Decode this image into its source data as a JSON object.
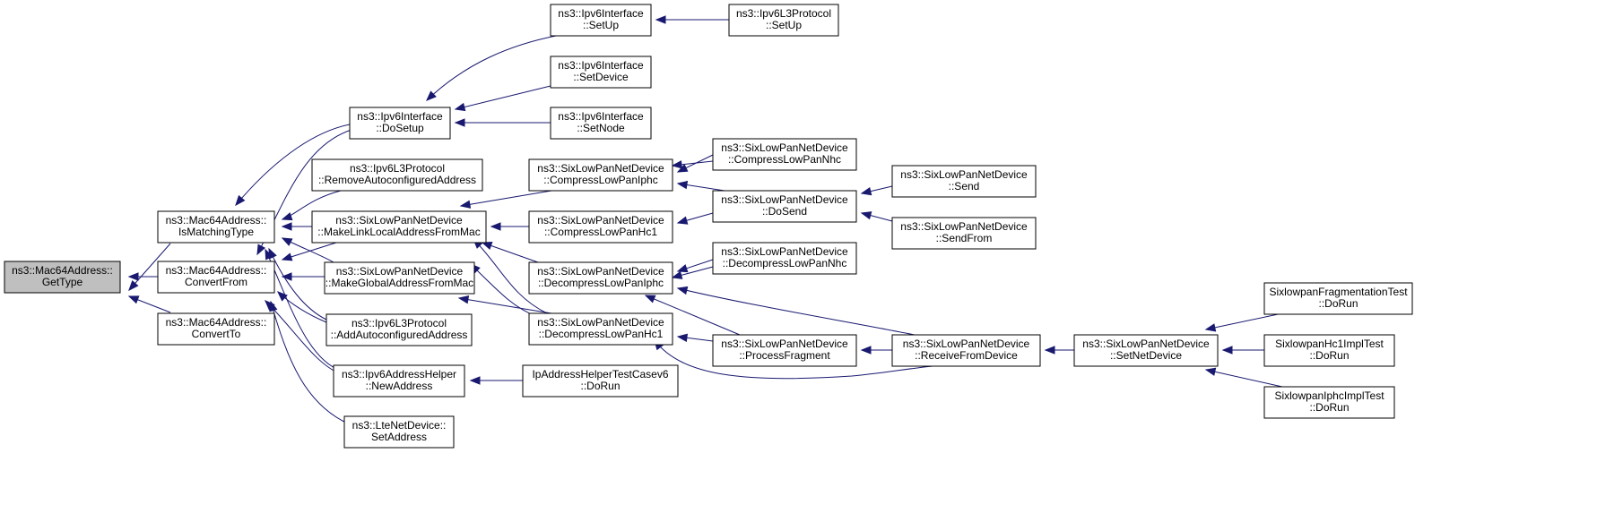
{
  "colors": {
    "edge": "#191970",
    "node_border": "#000000",
    "root_fill": "#bfbfbf",
    "node_fill": "#ffffff"
  },
  "nodes": {
    "getType": [
      "ns3::Mac64Address::",
      "GetType"
    ],
    "isMatchingType": [
      "ns3::Mac64Address::",
      "IsMatchingType"
    ],
    "convertFrom": [
      "ns3::Mac64Address::",
      "ConvertFrom"
    ],
    "convertTo": [
      "ns3::Mac64Address::",
      "ConvertTo"
    ],
    "ipv6ifDoSetup": [
      "ns3::Ipv6Interface",
      "::DoSetup"
    ],
    "ipv6l3RemoveAuto": [
      "ns3::Ipv6L3Protocol",
      "::RemoveAutoconfiguredAddress"
    ],
    "sixMakeLinkLocal": [
      "ns3::SixLowPanNetDevice",
      "::MakeLinkLocalAddressFromMac"
    ],
    "sixMakeGlobal": [
      "ns3::SixLowPanNetDevice",
      "::MakeGlobalAddressFromMac"
    ],
    "ipv6l3AddAuto": [
      "ns3::Ipv6L3Protocol",
      "::AddAutoconfiguredAddress"
    ],
    "ipv6AddrHelperNew": [
      "ns3::Ipv6AddressHelper",
      "::NewAddress"
    ],
    "lteSetAddress": [
      "ns3::LteNetDevice::",
      "SetAddress"
    ],
    "ipv6ifSetUp": [
      "ns3::Ipv6Interface",
      "::SetUp"
    ],
    "ipv6ifSetDevice": [
      "ns3::Ipv6Interface",
      "::SetDevice"
    ],
    "ipv6ifSetNode": [
      "ns3::Ipv6Interface",
      "::SetNode"
    ],
    "ipv6l3SetUp": [
      "ns3::Ipv6L3Protocol",
      "::SetUp"
    ],
    "sixCompressIphc": [
      "ns3::SixLowPanNetDevice",
      "::CompressLowPanIphc"
    ],
    "sixCompressHc1": [
      "ns3::SixLowPanNetDevice",
      "::CompressLowPanHc1"
    ],
    "sixDecompressIphc": [
      "ns3::SixLowPanNetDevice",
      "::DecompressLowPanIphc"
    ],
    "sixDecompressHc1": [
      "ns3::SixLowPanNetDevice",
      "::DecompressLowPanHc1"
    ],
    "ipAddrHelperTest": [
      "IpAddressHelperTestCasev6",
      "::DoRun"
    ],
    "sixCompressNhc": [
      "ns3::SixLowPanNetDevice",
      "::CompressLowPanNhc"
    ],
    "sixDoSend": [
      "ns3::SixLowPanNetDevice",
      "::DoSend"
    ],
    "sixDecompressNhc": [
      "ns3::SixLowPanNetDevice",
      "::DecompressLowPanNhc"
    ],
    "sixProcessFragment": [
      "ns3::SixLowPanNetDevice",
      "::ProcessFragment"
    ],
    "sixSend": [
      "ns3::SixLowPanNetDevice",
      "::Send"
    ],
    "sixSendFrom": [
      "ns3::SixLowPanNetDevice",
      "::SendFrom"
    ],
    "sixReceiveFromDevice": [
      "ns3::SixLowPanNetDevice",
      "::ReceiveFromDevice"
    ],
    "sixSetNetDevice": [
      "ns3::SixLowPanNetDevice",
      "::SetNetDevice"
    ],
    "fragTest": [
      "SixlowpanFragmentationTest",
      "::DoRun"
    ],
    "hc1Test": [
      "SixlowpanHc1ImplTest",
      "::DoRun"
    ],
    "iphcTest": [
      "SixlowpanIphcImplTest",
      "::DoRun"
    ]
  }
}
